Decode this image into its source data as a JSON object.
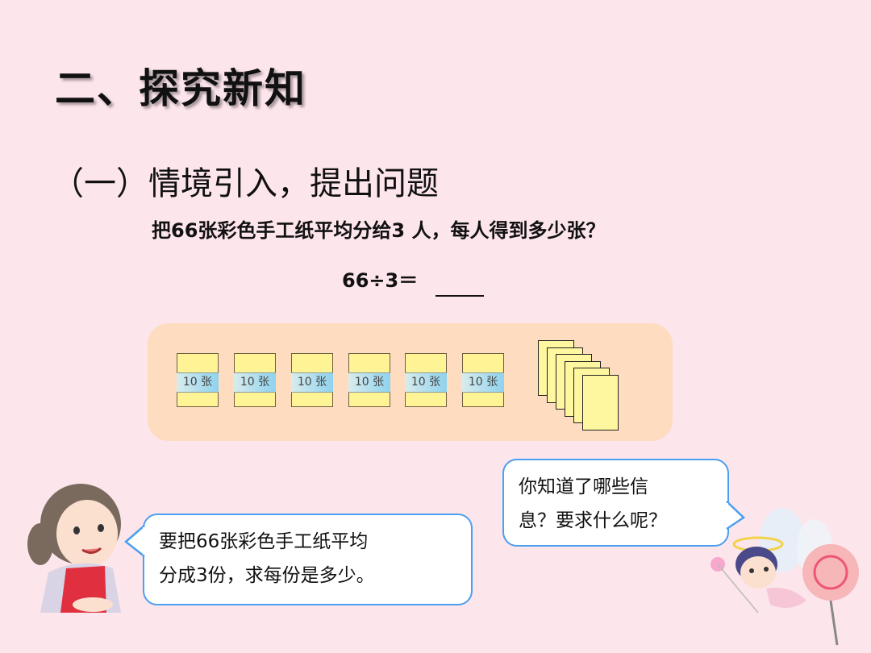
{
  "title": "二、探究新知",
  "subtitle": "（一）情境引入，提出问题",
  "question": "把66张彩色手工纸平均分给3 人，每人得到多少张？",
  "equation": "66÷3＝",
  "bundles": [
    {
      "label": "10 张"
    },
    {
      "label": "10 张"
    },
    {
      "label": "10 张"
    },
    {
      "label": "10 张"
    },
    {
      "label": "10 张"
    },
    {
      "label": "10 张"
    }
  ],
  "loose_sheets_count": 6,
  "bubble_right": {
    "line1": "你知道了哪些信",
    "line2": "息？要求什么呢？"
  },
  "bubble_left": {
    "line1": "要把66张彩色手工纸平均",
    "line2": "分成3份，求每份是多少。"
  },
  "colors": {
    "background": "#fde5ec",
    "panel": "#fedcc0",
    "paper": "#fef495",
    "bubble_border": "#4a9ff0"
  }
}
